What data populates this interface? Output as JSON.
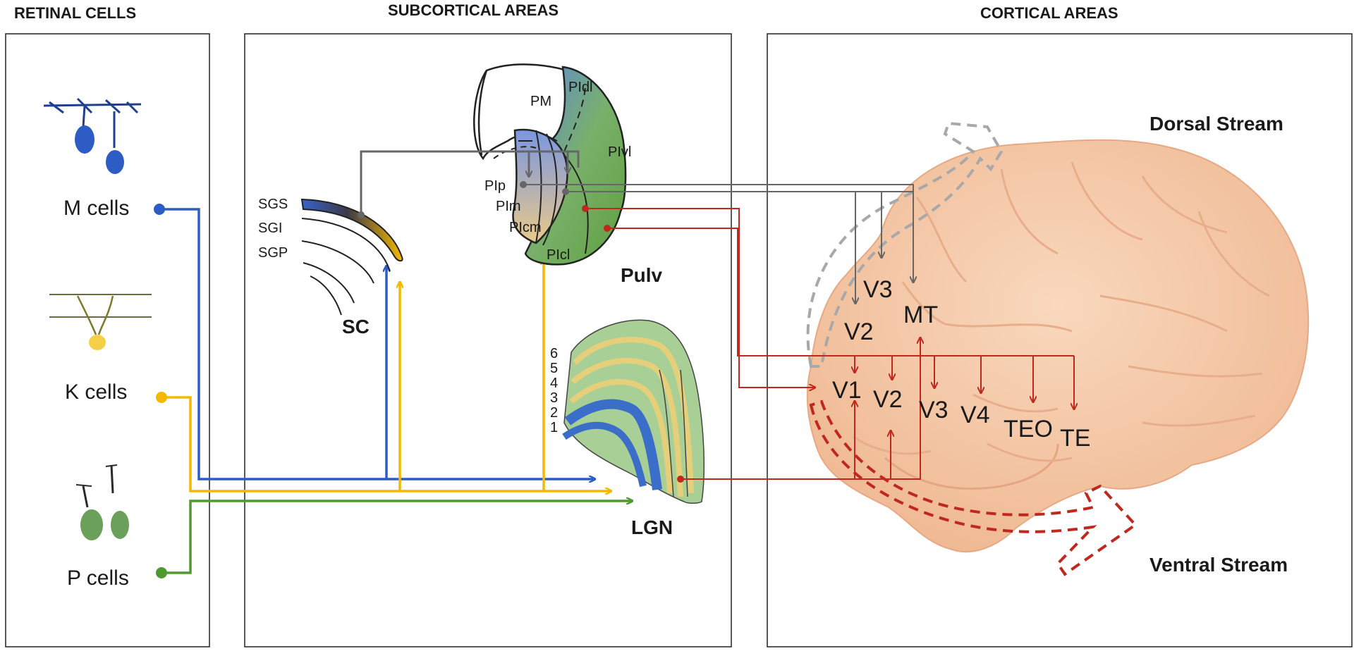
{
  "headers": {
    "retinal": "RETINAL CELLS",
    "subcortical": "SUBCORTICAL AREAS",
    "cortical": "CORTICAL AREAS"
  },
  "cells": {
    "m": "M cells",
    "k": "K cells",
    "p": "P cells"
  },
  "sc": {
    "name": "SC",
    "layers": [
      "SGS",
      "SGI",
      "SGP"
    ]
  },
  "pulvinar": {
    "name": "Pulv",
    "subdivisions": [
      "PM",
      "PIdl",
      "PIvl",
      "PIp",
      "PIm",
      "PIcm",
      "PIcl"
    ]
  },
  "lgn": {
    "name": "LGN",
    "layers": [
      "6",
      "5",
      "4",
      "3",
      "2",
      "1"
    ]
  },
  "cortex": {
    "dorsal_areas": [
      "V3",
      "V2",
      "MT"
    ],
    "ventral_areas": [
      "V1",
      "V2",
      "V3",
      "V4",
      "TEO",
      "TE"
    ],
    "dorsal_stream": "Dorsal Stream",
    "ventral_stream": "Ventral Stream"
  },
  "colors": {
    "m_pathway": "#2e5cc5",
    "k_pathway": "#f5b800",
    "p_pathway": "#4f9a2f",
    "pulvinar_projection": "#666666",
    "lgn_projection": "#c0281e",
    "brain": "#f6c9a6"
  }
}
